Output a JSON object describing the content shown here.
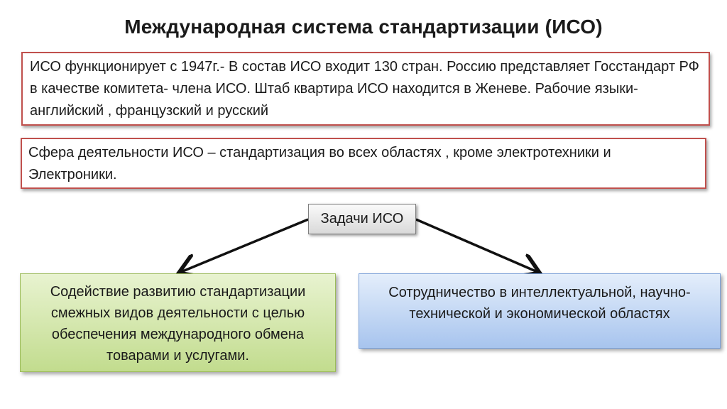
{
  "title": "Международная система стандартизации (ИСО)",
  "info_text": "ИСО функционирует с 1947г.- В состав ИСО входит 130 стран. Россию представляет Госстандарт РФ в качестве комитета- члена ИСО. Штаб квартира ИСО находится в Женеве. Рабочие языки- английский , французский и русский",
  "scope_text": "Сфера деятельности ИСО – стандартизация во всех областях , кроме электротехники и Электроники.",
  "tasks_label": "Задачи ИСО",
  "task_left": "Содействие развитию стандартизации смежных видов деятельности с целью обеспечения международного обмена товарами и услугами.",
  "task_right": "Сотрудничество в интеллектуальной, научно- технической и экономической областях",
  "colors": {
    "red_border": "#c0504d",
    "green_fill": "#c2dc8e",
    "blue_fill": "#a7c4ee"
  }
}
